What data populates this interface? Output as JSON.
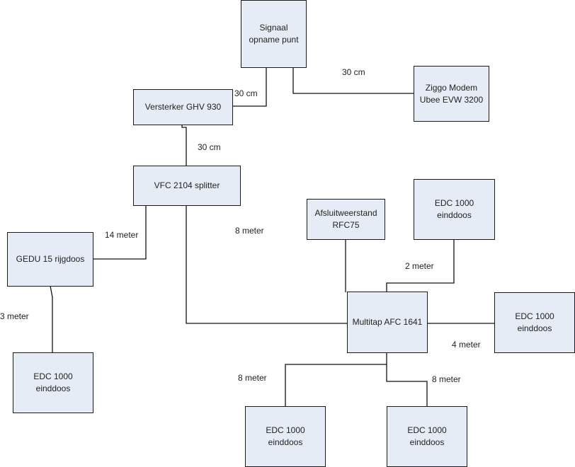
{
  "diagram": {
    "nodes": {
      "signal": "Signaal\nopname punt",
      "modem": "Ziggo Modem\nUbee EVW 3200",
      "amplifier": "Versterker GHV 930",
      "splitter": "VFC 2104 splitter",
      "gedu": "GEDU 15 rijgdoos",
      "terminator": "Afsluitweerstand\nRFC75",
      "multitap": "Multitap AFC 1641",
      "edc_top": "EDC 1000\neinddoos",
      "edc_right": "EDC 1000\neinddoos",
      "edc_left": "EDC 1000\neinddoos",
      "edc_bottom_left": "EDC 1000\neinddoos",
      "edc_bottom_right": "EDC 1000\neinddoos"
    },
    "cable_labels": {
      "signal_modem": "30 cm",
      "signal_amplifier": "30 cm",
      "amplifier_splitter": "30 cm",
      "splitter_gedu": "14 meter",
      "splitter_multitap": "8 meter",
      "gedu_edc": "3 meter",
      "multitap_edc_top": "2 meter",
      "multitap_edc_right": "4 meter",
      "multitap_edc_bottom_left": "8 meter",
      "multitap_edc_bottom_right": "8 meter"
    }
  }
}
